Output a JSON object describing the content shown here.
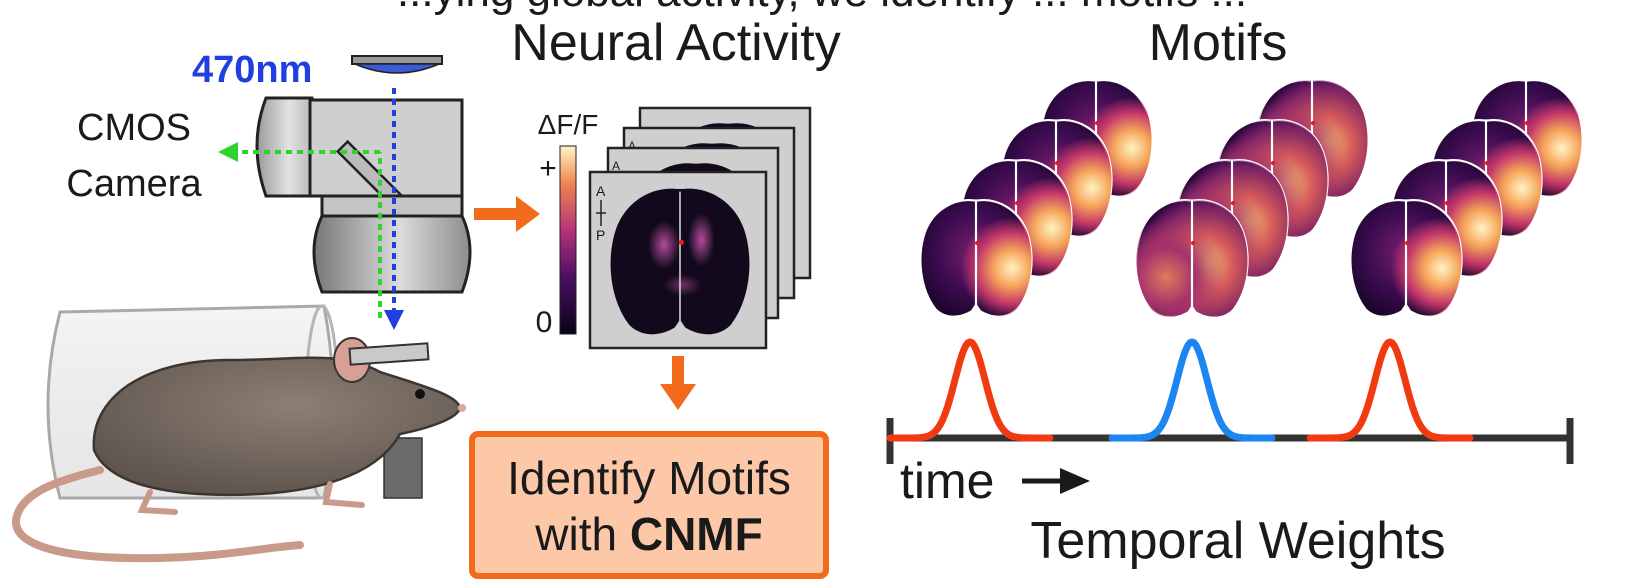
{
  "header": {
    "cropped_title": "...ying global activity, we identify ... motifs ..."
  },
  "setup": {
    "wavelength": "470nm",
    "camera_line1": "CMOS",
    "camera_line2": "Camera",
    "colors": {
      "excitation": "#1f3fe0",
      "emission": "#2dd42d",
      "arrow": "#f26a1b"
    }
  },
  "neural_activity": {
    "title": "Neural Activity",
    "scale_label": "ΔF/F",
    "scale_plus": "+",
    "scale_zero": "0",
    "axis_a": "A",
    "axis_p": "P"
  },
  "cnmf_box": {
    "line1": "Identify Motifs",
    "line2_prefix": "with ",
    "line2_bold": "CNMF",
    "fill": "#fcc8a8",
    "border": "#f26a1b"
  },
  "motifs": {
    "title": "Motifs",
    "count": 3
  },
  "temporal": {
    "time_label": "time",
    "title": "Temporal Weights",
    "peak_colors": [
      "#f23a10",
      "#1b86f2",
      "#f23a10"
    ]
  }
}
